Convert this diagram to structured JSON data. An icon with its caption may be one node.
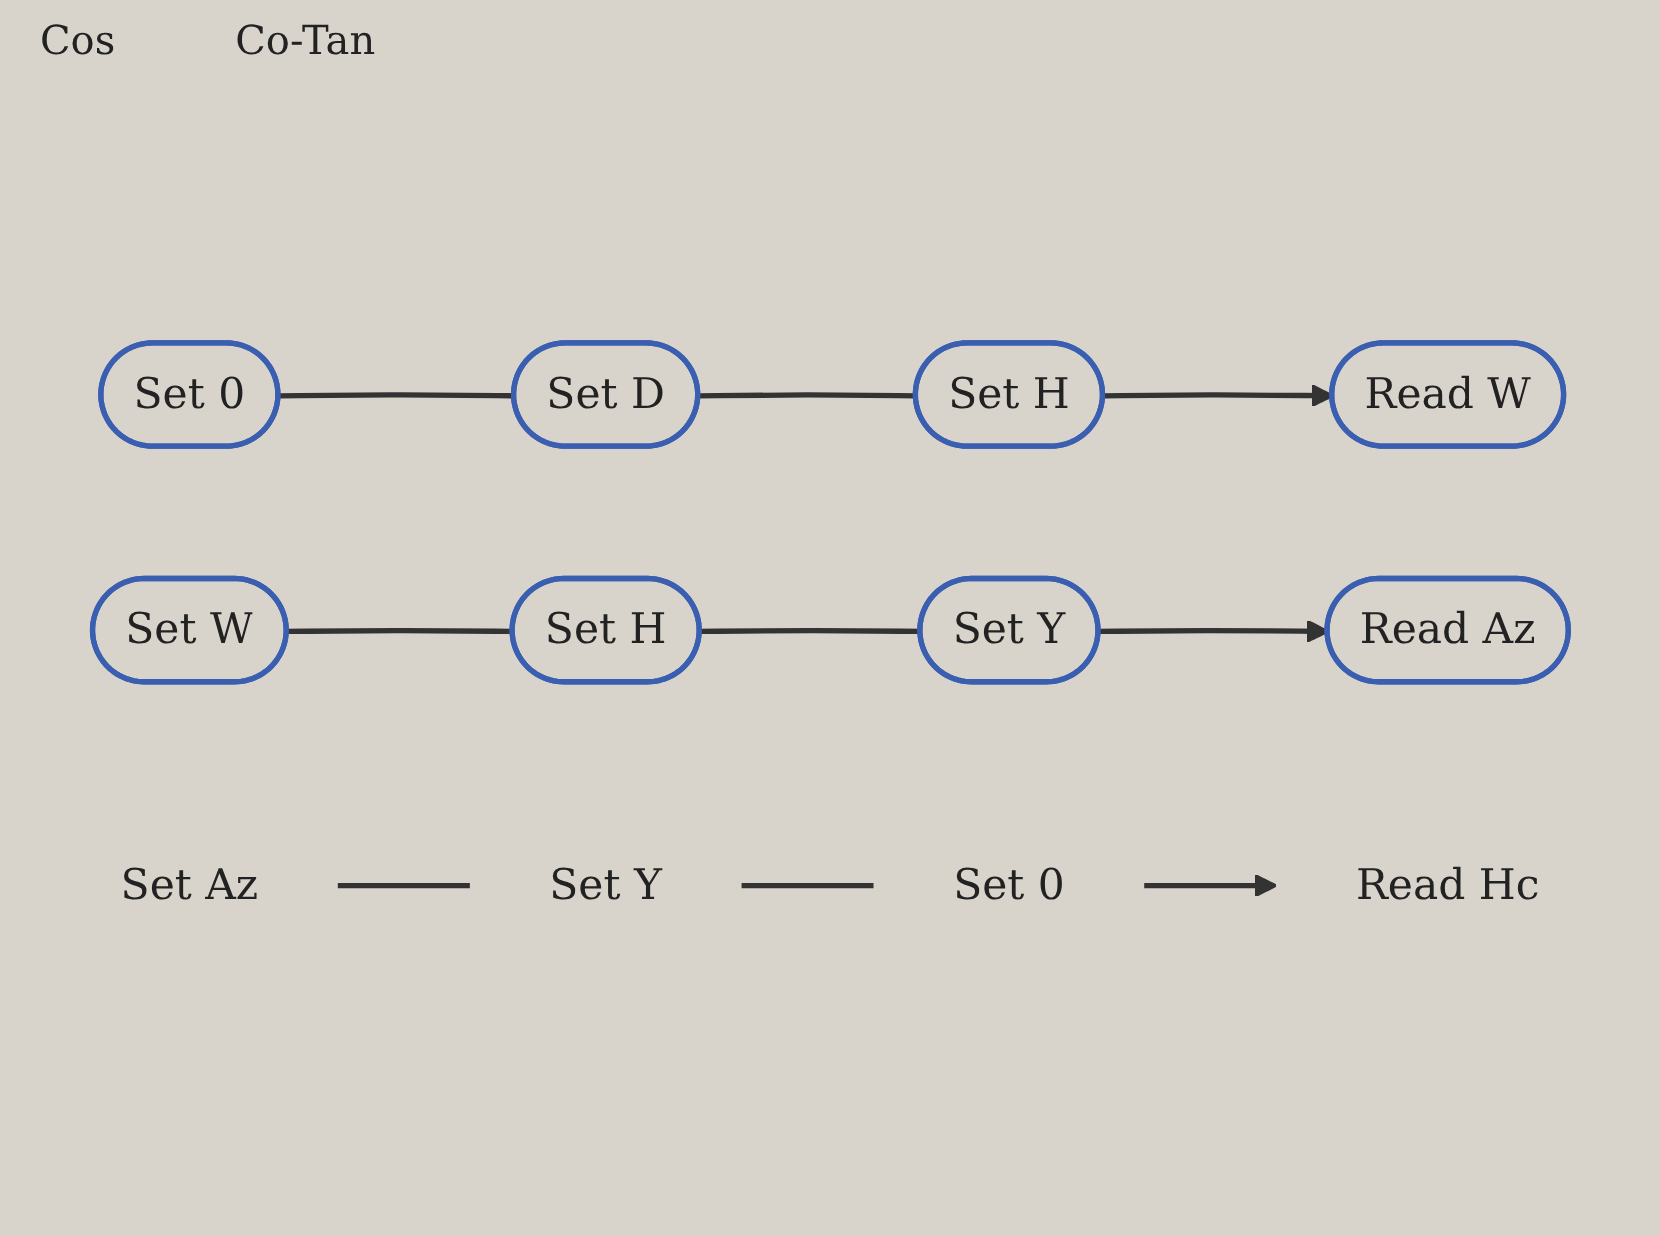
{
  "diagram": {
    "nodes": [
      {
        "text": [
          "Set 0"
        ]
      },
      {
        "text": [
          "Set D"
        ]
      },
      {
        "text": [
          "Set H"
        ]
      },
      {
        "text": [
          "Read W"
        ]
      },
      {
        "text": [
          "Set W"
        ]
      },
      {
        "text": [
          "Set H"
        ]
      },
      {
        "text": [
          "Set Y"
        ]
      },
      {
        "text": [
          "Read Az"
        ]
      },
      {
        "text": [
          "Set Az"
        ]
      },
      {
        "text": [
          "Set Y"
        ]
      },
      {
        "text": [
          "Set 0"
        ]
      },
      {
        "text": [
          "Read Hc"
        ]
      }
    ],
    "edges": [
      {
        "from": 0,
        "to": 1,
        "arrow": "none"
      },
      {
        "from": 1,
        "to": 2,
        "arrow": "none"
      },
      {
        "from": 2,
        "to": 3,
        "arrow": "to"
      },
      {
        "from": 4,
        "to": 5,
        "arrow": "none"
      },
      {
        "from": 5,
        "to": 6,
        "arrow": "none"
      },
      {
        "from": 6,
        "to": 7,
        "arrow": "to"
      },
      {
        "from": 8,
        "to": 9,
        "arrow": "none"
      },
      {
        "from": 9,
        "to": 10,
        "arrow": "none"
      },
      {
        "from": 10,
        "to": 11,
        "arrow": "to"
      }
    ],
    "labels": [
      "Cos",
      "Co-Tan"
    ]
  }
}
